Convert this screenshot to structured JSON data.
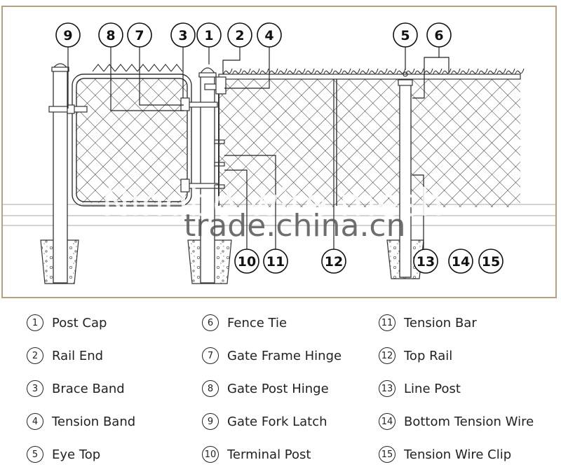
{
  "callouts": [
    "9",
    "8",
    "7",
    "3",
    "1",
    "2",
    "4",
    "5",
    "6",
    "10",
    "11",
    "12",
    "13",
    "14",
    "15"
  ],
  "watermark": {
    "line1": "Ningbo wire mesh",
    "line2": "trade.china.cn"
  },
  "legend": [
    {
      "num": "1",
      "label": "Post Cap"
    },
    {
      "num": "2",
      "label": "Rail End"
    },
    {
      "num": "3",
      "label": "Brace Band"
    },
    {
      "num": "4",
      "label": "Tension Band"
    },
    {
      "num": "5",
      "label": "Eye Top"
    },
    {
      "num": "6",
      "label": "Fence Tie"
    },
    {
      "num": "7",
      "label": "Gate Frame Hinge"
    },
    {
      "num": "8",
      "label": "Gate Post Hinge"
    },
    {
      "num": "9",
      "label": "Gate Fork Latch"
    },
    {
      "num": "10",
      "label": "Terminal Post"
    },
    {
      "num": "11",
      "label": "Tension Bar"
    },
    {
      "num": "12",
      "label": "Top Rail"
    },
    {
      "num": "13",
      "label": "Line Post"
    },
    {
      "num": "14",
      "label": "Bottom Tension Wire"
    },
    {
      "num": "15",
      "label": "Tension Wire Clip"
    }
  ]
}
